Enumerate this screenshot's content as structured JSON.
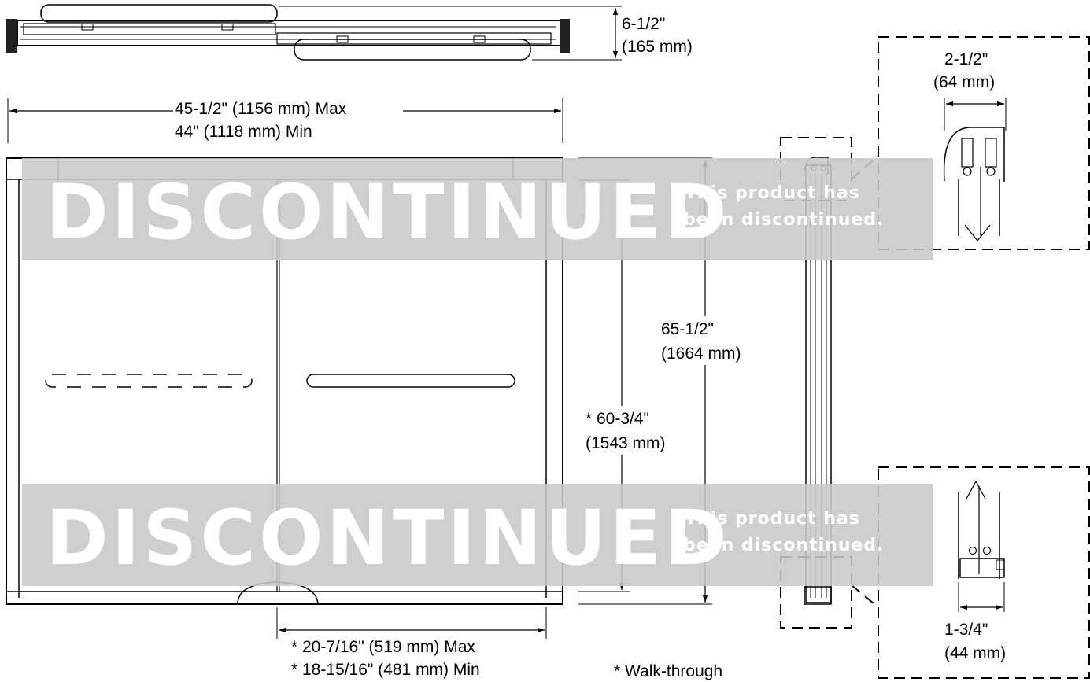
{
  "dimensions": {
    "top_height": "6-1/2\"",
    "top_height_mm": "(165 mm)",
    "width_max": "45-1/2\" (1156 mm) Max",
    "width_min": "44\" (1118 mm) Min",
    "overall_height": "65-1/2\"",
    "overall_height_mm": "(1664 mm)",
    "walkthrough_height": "* 60-3/4\"",
    "walkthrough_height_mm": "(1543 mm)",
    "opening_max": "* 20-7/16\" (519 mm) Max",
    "opening_min": "* 18-15/16\" (481 mm) Min",
    "top_detail": "2-1/2\"",
    "top_detail_mm": "(64 mm)",
    "bottom_detail": "1-3/4\"",
    "bottom_detail_mm": "(44 mm)"
  },
  "footnote": "* Walk-through",
  "watermark": {
    "word": "DISCONTINUED",
    "line1": "This product has",
    "line2": "been discontinued.",
    "band_color": "#c8c8c8"
  }
}
